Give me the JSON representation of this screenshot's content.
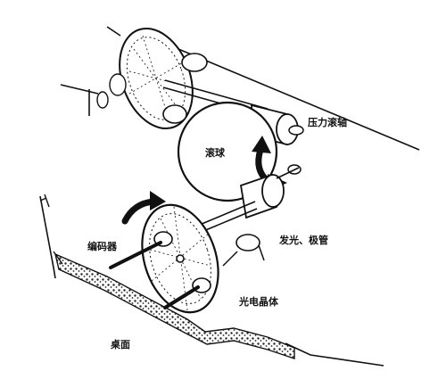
{
  "labels": {
    "pressure_shaft": "压力滚轴",
    "ball": "滚球",
    "encoder": "编码器",
    "led": "发光、极管",
    "phototransistor": "光电晶体",
    "desktop": "桌面"
  }
}
